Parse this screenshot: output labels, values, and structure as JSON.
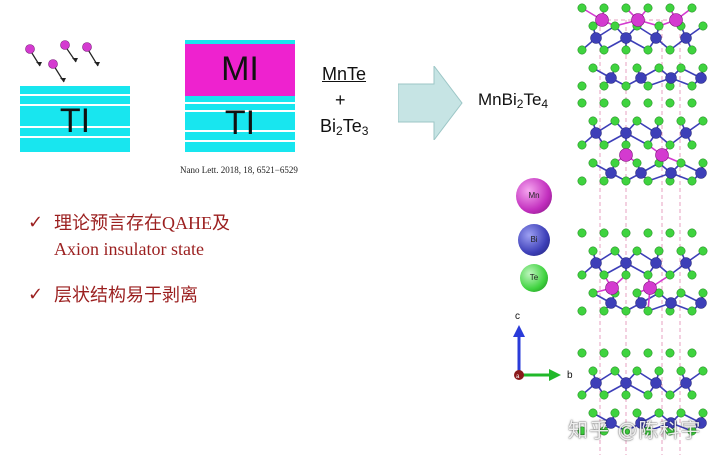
{
  "left_diagram": {
    "ti_label": "TI",
    "mi_label": "MI",
    "ti2_label": "TI"
  },
  "reactants": {
    "line1": "MnTe",
    "plus": "+",
    "line3": "Bi2Te3"
  },
  "product": "MnBi2Te4",
  "citation": "Nano Lett. 2018, 18, 6521−6529",
  "bullets": [
    {
      "check": "✓",
      "line1": "理论预言存在QAHE及",
      "line2": "Axion insulator state"
    },
    {
      "check": "✓",
      "line1": "层状结构易于剥离"
    }
  ],
  "legend": {
    "mn": "Mn",
    "bi": "Bi",
    "te": "Te"
  },
  "axes": {
    "c": "c",
    "b": "b",
    "a": "a"
  },
  "colors": {
    "ti": "#18e6ef",
    "mi": "#ee22cf",
    "mn": "#d43ad0",
    "bi": "#3d3fb8",
    "te": "#3fd33f",
    "bullet_text": "#9b1f1f",
    "arrow": "#c6e4e4"
  },
  "watermark": "知乎 @陈科宇"
}
